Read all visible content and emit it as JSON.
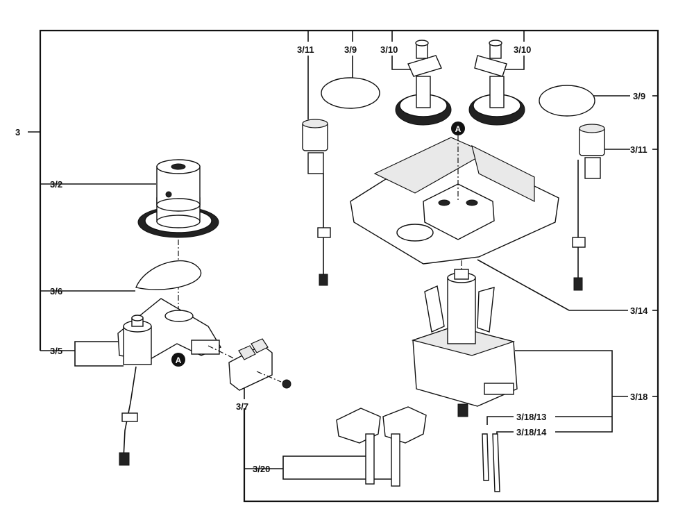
{
  "labels": {
    "root": "3",
    "p3_2": "3/2",
    "p3_6": "3/6",
    "p3_5": "3/5",
    "p3_7": "3/7",
    "p3_20": "3/20",
    "p3_11_left": "3/11",
    "p3_9_left": "3/9",
    "p3_10_left": "3/10",
    "p3_10_right": "3/10",
    "p3_9_right": "3/9",
    "p3_11_right": "3/11",
    "p3_14": "3/14",
    "p3_18": "3/18",
    "p3_18_13": "3/18/13",
    "p3_18_14": "3/18/14"
  },
  "markers": {
    "a_top": "A",
    "a_bottom": "A"
  }
}
